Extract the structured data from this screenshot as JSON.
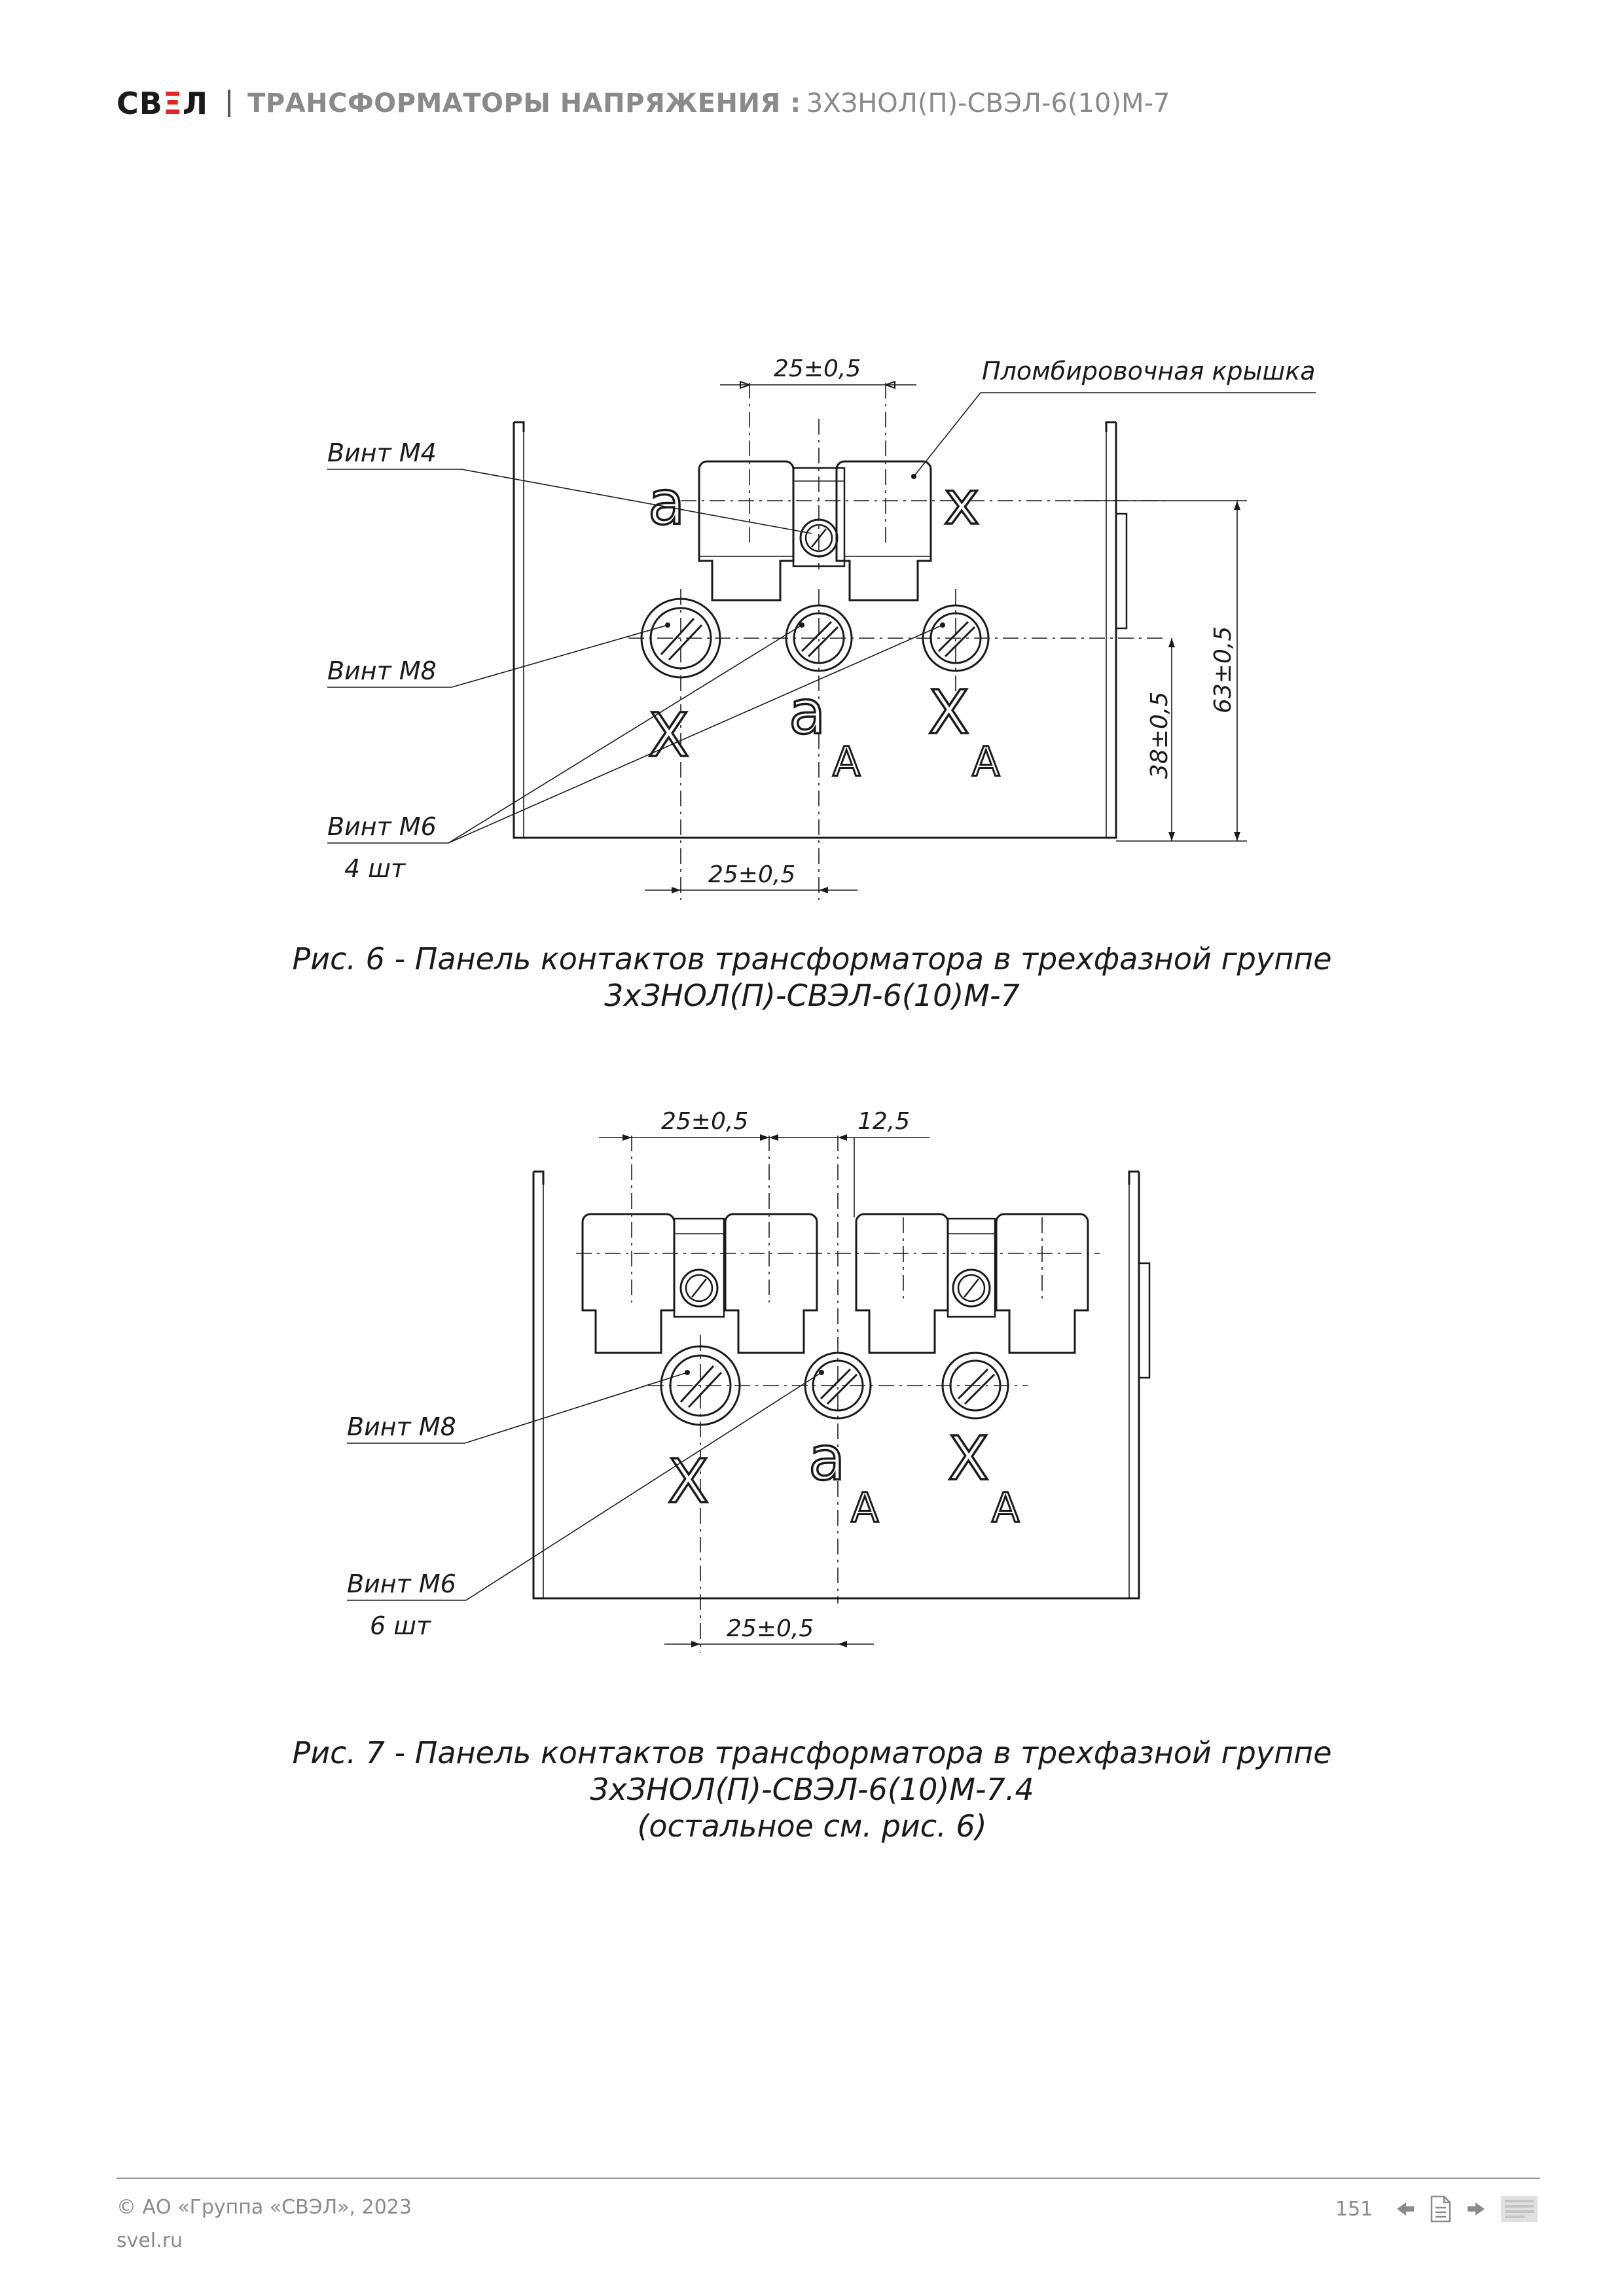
{
  "header": {
    "logo_left": "СВ",
    "logo_right": "ЭЛ",
    "title": "ТРАНСФОРМАТОРЫ НАПРЯЖЕНИЯ :",
    "model": "3ХЗНОЛ(П)-СВЭЛ-6(10)М-7"
  },
  "figure6": {
    "dim_top": "25±0,5",
    "dim_bottom": "25±0,5",
    "dim_38": "38±0,5",
    "dim_63": "63±0,5",
    "label_cover": "Пломбировочная крышка",
    "label_m4": "Винт М4",
    "label_m8": "Винт М8",
    "label_m6": "Винт М6",
    "label_qty": "4 шт",
    "term_a_top": "a",
    "term_x_top": "x",
    "term_x": "X",
    "term_a": "a",
    "term_a_sub": "A",
    "term_x2": "X",
    "term_x2_sub": "A",
    "caption_line1": "Рис. 6 - Панель контактов трансформатора в трехфазной группе",
    "caption_line2": "3хЗНОЛ(П)-СВЭЛ-6(10)М-7"
  },
  "figure7": {
    "dim_top": "25±0,5",
    "dim_offset": "12,5",
    "dim_bottom": "25±0,5",
    "label_m8": "Винт М8",
    "label_m6": "Винт М6",
    "label_qty": "6 шт",
    "term_x": "X",
    "term_a": "a",
    "term_a_sub": "A",
    "term_x2": "X",
    "term_x2_sub": "A",
    "caption_line1": "Рис. 7 - Панель контактов трансформатора в трехфазной группе",
    "caption_line2": "3хЗНОЛ(П)-СВЭЛ-6(10)М-7.4",
    "caption_line3": "(остальное см. рис. 6)"
  },
  "footer": {
    "copyright": "© АО «Группа «СВЭЛ», 2023",
    "site": "svel.ru",
    "page_number": "151",
    "icons": [
      "arrow-left-icon",
      "document-icon",
      "arrow-right-icon",
      "page-thumbnail-icon"
    ]
  }
}
